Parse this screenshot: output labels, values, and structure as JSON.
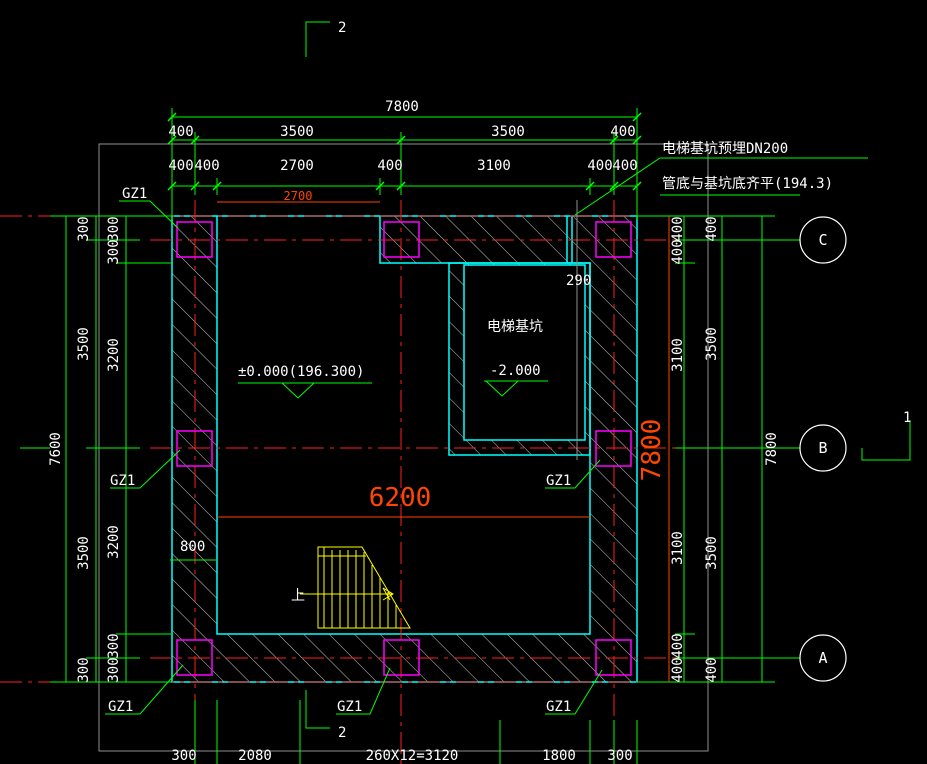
{
  "colors": {
    "background": "#000000",
    "dimension": "#00ff00",
    "wall": "#00ffff",
    "axis": "#ff2020",
    "column": "#ff00ff",
    "text": "#ffffff",
    "callout": "#ff4500",
    "stair": "#ffff00"
  },
  "section_marks": {
    "top": "2",
    "bottom": "2",
    "right": "1"
  },
  "dims_top": {
    "overall": "7800",
    "row2": [
      "400",
      "3500",
      "3500",
      "400"
    ],
    "row3": [
      "400",
      "400",
      "2700",
      "400",
      "3100",
      "400",
      "400"
    ],
    "inner_red": "2700"
  },
  "dims_left": {
    "overall": "7600",
    "outer": [
      "300",
      "3500",
      "3500",
      "300"
    ],
    "inner": [
      "300",
      "300",
      "3200",
      "3200",
      "300",
      "300"
    ]
  },
  "dims_right": {
    "overall": "7800",
    "outer": [
      "400",
      "3500",
      "3500",
      "400"
    ],
    "inner": [
      "400",
      "400",
      "3100",
      "3100",
      "400",
      "400"
    ],
    "big_red": "7800"
  },
  "dims_bottom": [
    "300",
    "2080",
    "260X12=3120",
    "1800",
    "300"
  ],
  "axes": [
    "C",
    "B",
    "A"
  ],
  "labels": {
    "gz": "GZ1",
    "pit_note_1": "电梯基坑预埋DN200",
    "pit_note_2": "管底与基坑底齐平(194.3)",
    "pit": "电梯基坑",
    "pit_level": "-2.000",
    "floor_level": "±0.000(196.300)",
    "width_red": "6200",
    "dim_290": "290",
    "dim_800": "800",
    "stair_up": "上"
  }
}
